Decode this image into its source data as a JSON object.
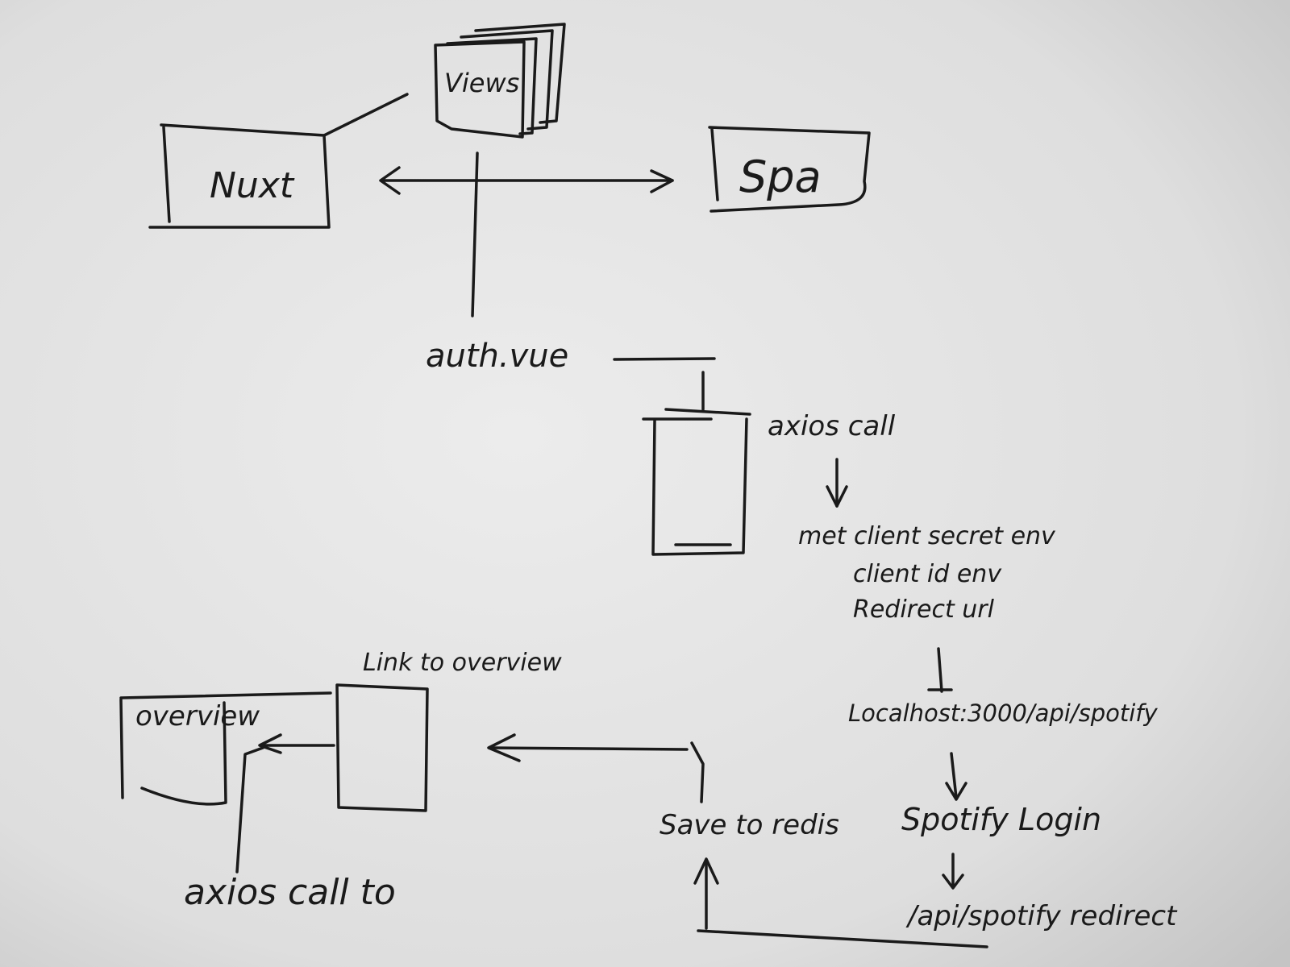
{
  "colors": {
    "paper_light": "#e9e9e9",
    "paper_dark": "#c9c9c9",
    "ink": "#1a1a1a"
  },
  "labels": {
    "views": "Views",
    "nuxt": "Nuxt",
    "spa": "Spa",
    "auth_vue": "auth.vue",
    "axios_call": "axios call",
    "secret_line1": "met client secret env",
    "secret_line2": "client id env",
    "secret_line3": "Redirect url",
    "localhost": "Localhost:3000/api/spotify",
    "spotify_login": "Spotify Login",
    "api_redirect": "/api/spotify redirect",
    "save_to_redis": "Save to redis",
    "link_to_overview": "Link to overview",
    "overview": "overview",
    "axios_call_to": "axios call to"
  }
}
